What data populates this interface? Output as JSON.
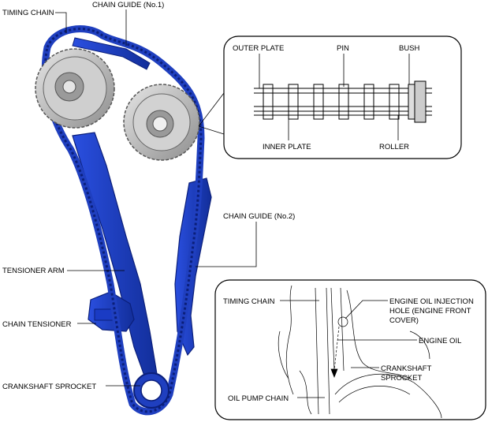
{
  "labels": {
    "timing_chain": "TIMING CHAIN",
    "chain_guide_1": "CHAIN GUIDE (No.1)",
    "outer_plate": "OUTER PLATE",
    "pin": "PIN",
    "bush": "BUSH",
    "inner_plate": "INNER PLATE",
    "roller": "ROLLER",
    "chain_guide_2": "CHAIN GUIDE (No.2)",
    "tensioner_arm": "TENSIONER ARM",
    "chain_tensioner": "CHAIN TENSIONER",
    "crankshaft_sprocket": "CRANKSHAFT SPROCKET"
  },
  "inset_oil": {
    "timing_chain": "TIMING CHAIN",
    "oil_hole_line1": "ENGINE OIL INJECTION",
    "oil_hole_line2": "HOLE (ENGINE FRONT",
    "oil_hole_line3": "COVER)",
    "engine_oil": "ENGINE OIL",
    "crank_line1": "CRANKSHAFT",
    "crank_line2": "SPROCKET",
    "oil_pump_chain": "OIL PUMP CHAIN"
  },
  "colors": {
    "chain_blue": "#1f3fbf",
    "chain_dark": "#0b1f7a",
    "sprocket_gray": "#b9b9b9"
  }
}
